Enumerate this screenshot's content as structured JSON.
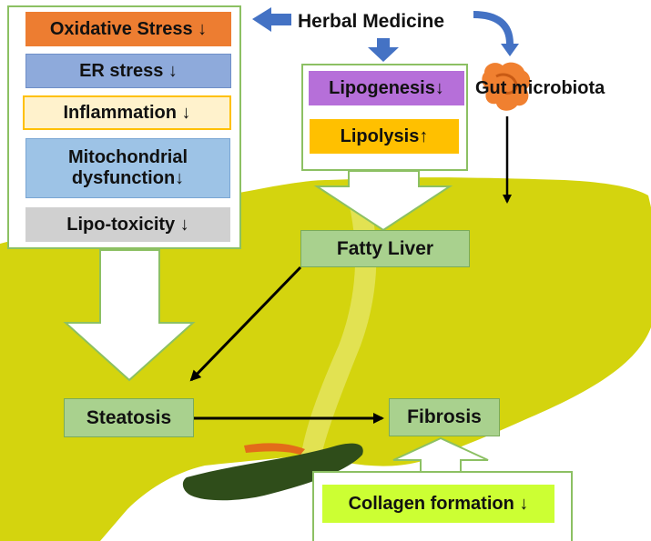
{
  "source": "Herbal Medicine",
  "microbiota": "Gut microbiota",
  "left_effects": [
    {
      "text": "Oxidative Stress ↓",
      "color": "#ed7d31"
    },
    {
      "text": "ER stress ↓",
      "color": "#8eaadb"
    },
    {
      "text": "Inflammation ↓",
      "color": "#fff2cc"
    },
    {
      "text": "Mitochondrial dysfunction↓",
      "color": "#9dc3e6"
    },
    {
      "text": "Lipo-toxicity ↓",
      "color": "#d0d0d0"
    }
  ],
  "lipid_effects": [
    {
      "text": "Lipogenesis↓",
      "color": "#b66fd9"
    },
    {
      "text": "Lipolysis↑",
      "color": "#ffc000"
    }
  ],
  "stages": {
    "fatty_liver": "Fatty Liver",
    "steatosis": "Steatosis",
    "fibrosis": "Fibrosis"
  },
  "collagen": {
    "text": "Collagen formation ↓",
    "color": "#ccff33"
  },
  "colors": {
    "liver": "#d4d40e",
    "liver_dark": "#b2b20a",
    "gallbladder": "#2f4d1a",
    "stage_box": "#a9d18e",
    "panel_border": "#8cc063",
    "blue_arrow": "#4472c4",
    "gut": "#f08030"
  }
}
